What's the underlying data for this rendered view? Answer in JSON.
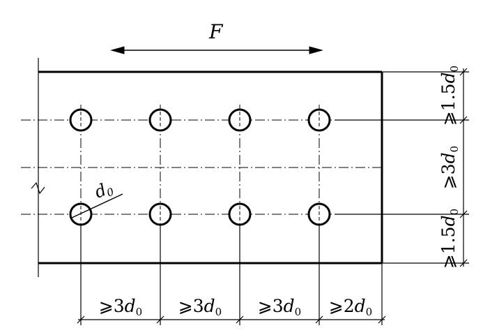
{
  "force_label": "F",
  "hole_label": {
    "sym": "d",
    "sub": "0"
  },
  "horizontal_dims": [
    {
      "ge": "⩾",
      "coef": "3",
      "sym": "d",
      "sub": "0"
    },
    {
      "ge": "⩾",
      "coef": "3",
      "sym": "d",
      "sub": "0"
    },
    {
      "ge": "⩾",
      "coef": "3",
      "sym": "d",
      "sub": "0"
    },
    {
      "ge": "⩾",
      "coef": "2",
      "sym": "d",
      "sub": "0"
    }
  ],
  "vertical_dims": [
    {
      "ge": "⩾",
      "coef": "1.5",
      "sym": "d",
      "sub": "0"
    },
    {
      "ge": "⩾",
      "coef": "3",
      "sym": "d",
      "sub": "0"
    },
    {
      "ge": "⩾",
      "coef": "1.5",
      "sym": "d",
      "sub": "0"
    }
  ],
  "colors": {
    "ink": "#000000",
    "paper": "#ffffff"
  }
}
